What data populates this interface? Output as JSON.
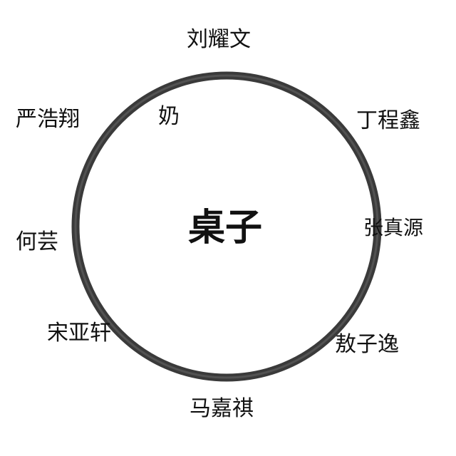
{
  "center": {
    "label": "桌子"
  },
  "seats": [
    {
      "name": "刘耀文"
    },
    {
      "name": "丁程鑫"
    },
    {
      "name": "张真源"
    },
    {
      "name": "敖子逸"
    },
    {
      "name": "马嘉祺"
    },
    {
      "name": "宋亚轩"
    },
    {
      "name": "何芸"
    },
    {
      "name": "严浩翔"
    }
  ],
  "annotation": {
    "text": "奶"
  },
  "colors": {
    "ring": "#3a3a3a",
    "text": "#111111",
    "background": "#ffffff"
  }
}
